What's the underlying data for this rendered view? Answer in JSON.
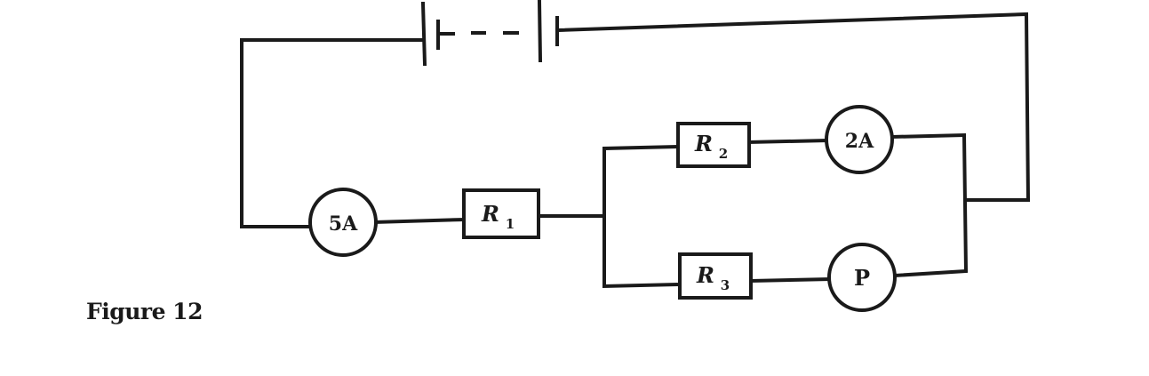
{
  "figure": {
    "caption": "Figure 12",
    "components": {
      "ammeter_main": "5A",
      "resistor_1": "R",
      "resistor_1_sub": "1",
      "resistor_2": "R",
      "resistor_2_sub": "2",
      "resistor_3": "R",
      "resistor_3_sub": "3",
      "ammeter_branch_top": "2A",
      "meter_branch_bottom": "P"
    }
  }
}
